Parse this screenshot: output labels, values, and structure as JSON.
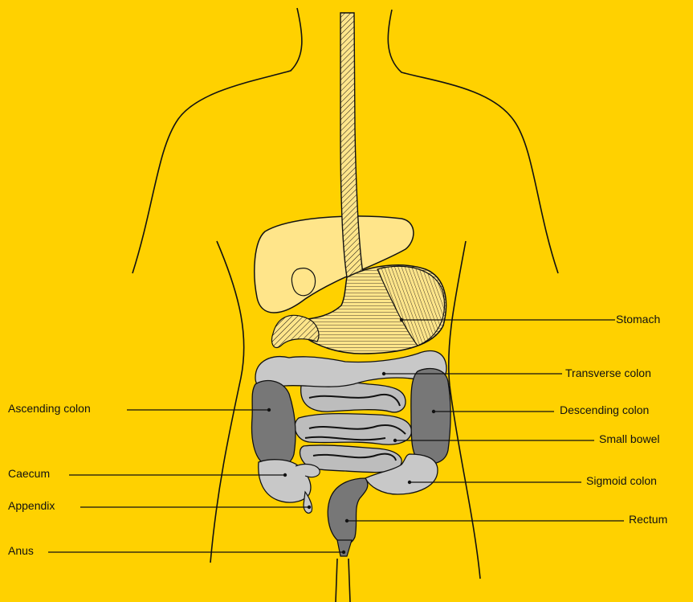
{
  "colors": {
    "background": "#FFD100",
    "outline": "#111111",
    "liver": "#FFE58A",
    "colon_light": "#C8C8C8",
    "colon_dark": "#777777"
  },
  "labels": {
    "stomach": "Stomach",
    "transverse_colon": "Transverse colon",
    "ascending_colon": "Ascending colon",
    "descending_colon": "Descending colon",
    "small_bowel": "Small bowel",
    "caecum": "Caecum",
    "sigmoid_colon": "Sigmoid colon",
    "appendix": "Appendix",
    "rectum": "Rectum",
    "anus": "Anus"
  }
}
